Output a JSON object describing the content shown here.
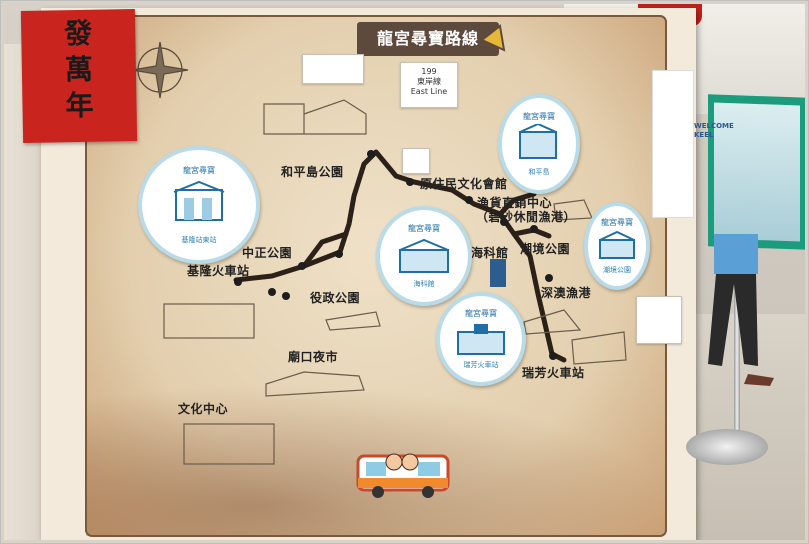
{
  "scene": {
    "poster_text": [
      "發",
      "萬",
      "年"
    ],
    "board": {
      "title": "龍宮尋寶路線",
      "route_sign": {
        "number": "199",
        "chinese": "東岸線",
        "english": "East Line"
      },
      "note_top_left": "",
      "locations": [
        "和平島公園",
        "原住民文化會館",
        "漁貨直銷中心",
        "（碧砂休閒漁港）",
        "海科館",
        "潮境公園",
        "中正公園",
        "基隆火車站",
        "役政公園",
        "深澳漁港",
        "廟口夜市",
        "瑞芳火車站",
        "文化中心"
      ],
      "badges": [
        {
          "head": "龍宮尋寶",
          "foot": "基隆站東站"
        },
        {
          "head": "龍宮尋寶",
          "foot": "和平島"
        },
        {
          "head": "龍宮尋寶",
          "foot": "海科館"
        },
        {
          "head": "龍宮尋寶",
          "foot": "瑞芳火車站"
        },
        {
          "head": "龍宮尋寶",
          "foot": "潮境公園"
        }
      ]
    },
    "right_side": {
      "welcome_sign": "WELCOME KEEL"
    }
  },
  "colors": {
    "board": "#f3eadc",
    "map_paper": "#e3cfae",
    "route_line": "#2b2118",
    "title_banner": "#5e4a3d",
    "badge_border": "#b9dbe8",
    "poster_red": "#c9251e"
  }
}
